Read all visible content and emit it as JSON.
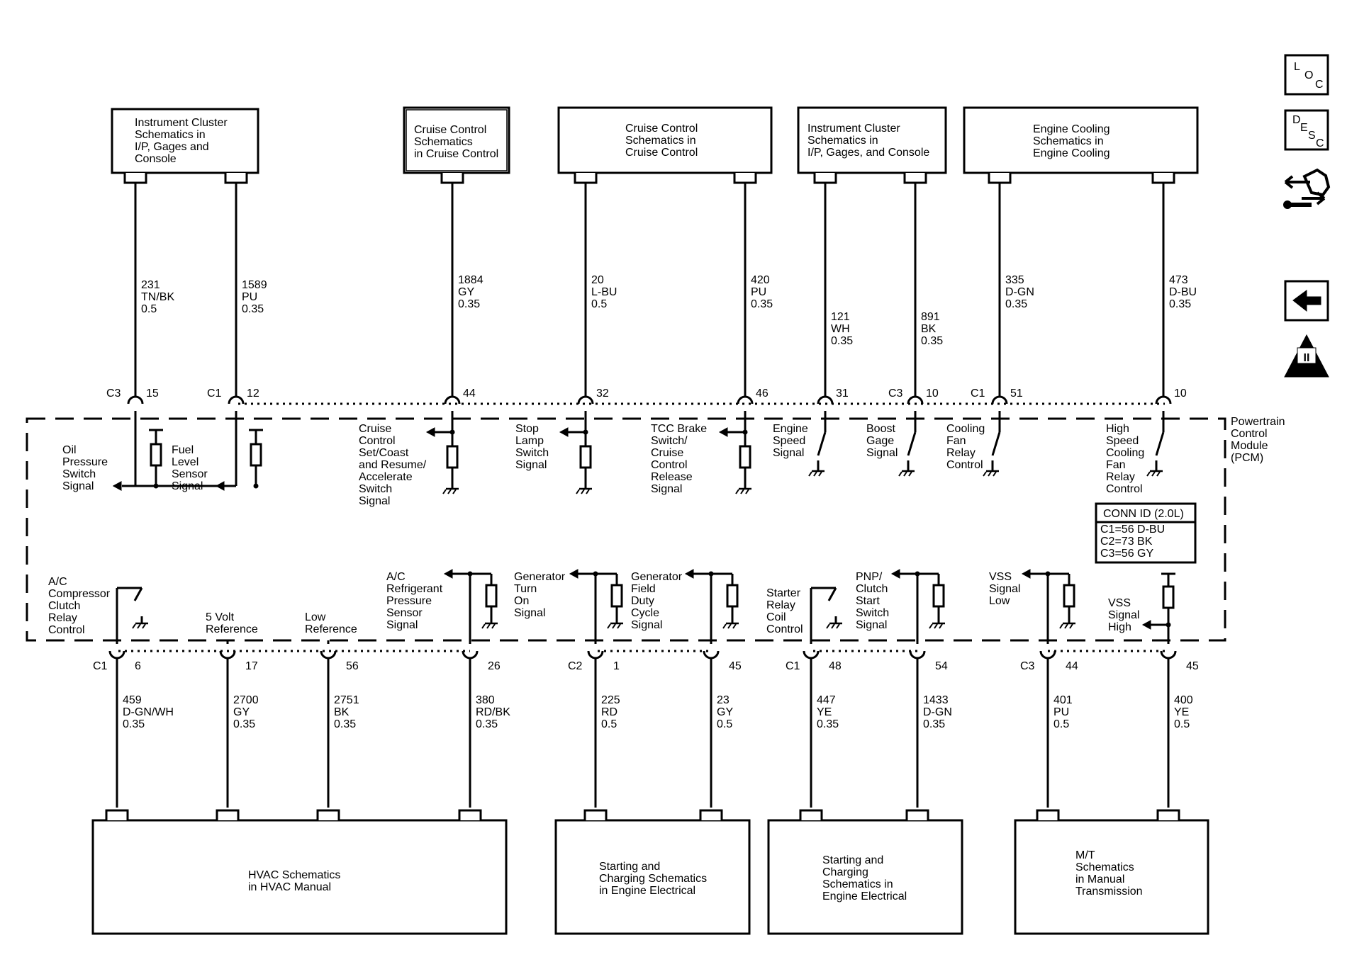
{
  "nav_icons": {
    "loc": [
      "L",
      "O",
      "C"
    ],
    "desc": [
      "D",
      "E",
      "S",
      "C"
    ],
    "obd": [
      "II",
      "OBD II"
    ]
  },
  "module": {
    "name": [
      "Powertrain",
      "Control",
      "Module",
      "(PCM)"
    ],
    "conn_id": {
      "title": "CONN ID (2.0L)",
      "lines": [
        "C1=56 D-BU",
        "C2=73 BK",
        "C3=56 GY"
      ]
    }
  },
  "top_components": [
    {
      "id": "ic1",
      "lines": [
        "Instrument Cluster",
        "Schematics in",
        "I/P, Gages and",
        "Console"
      ]
    },
    {
      "id": "cc1",
      "lines": [
        "Cruise Control",
        "Schematics",
        "in Cruise Control"
      ]
    },
    {
      "id": "cc2",
      "lines": [
        "Cruise Control",
        "Schematics in",
        "Cruise Control"
      ]
    },
    {
      "id": "ic2",
      "lines": [
        "Instrument Cluster",
        "Schematics in",
        "I/P, Gages, and Console"
      ]
    },
    {
      "id": "ec",
      "lines": [
        "Engine Cooling",
        "Schematics in",
        "Engine Cooling"
      ]
    }
  ],
  "bottom_components": [
    {
      "id": "hvac",
      "lines": [
        "HVAC Schematics",
        "in HVAC Manual"
      ]
    },
    {
      "id": "start1",
      "lines": [
        "Starting and",
        "Charging Schematics",
        "in Engine Electrical"
      ]
    },
    {
      "id": "start2",
      "lines": [
        "Starting and",
        "Charging",
        "Schematics in",
        "Engine Electrical"
      ]
    },
    {
      "id": "mt",
      "lines": [
        "M/T",
        "Schematics",
        "in Manual",
        "Transmission"
      ]
    }
  ],
  "top_wires": [
    {
      "circuit": "231",
      "color": "TN/BK",
      "size": "0.5",
      "connector": "C3",
      "pin": "15",
      "label": [
        "Oil",
        "Pressure",
        "Switch",
        "Signal"
      ]
    },
    {
      "circuit": "1589",
      "color": "PU",
      "size": "0.35",
      "connector": "C1",
      "pin": "12",
      "label": [
        "Fuel",
        "Level",
        "Sensor",
        "Signal"
      ]
    },
    {
      "circuit": "1884",
      "color": "GY",
      "size": "0.35",
      "connector": "",
      "pin": "44",
      "label": [
        "Cruise",
        "Control",
        "Set/Coast",
        "and Resume/",
        "Accelerate",
        "Switch",
        "Signal"
      ]
    },
    {
      "circuit": "20",
      "color": "L-BU",
      "size": "0.5",
      "connector": "",
      "pin": "32",
      "label": [
        "Stop",
        "Lamp",
        "Switch",
        "Signal"
      ]
    },
    {
      "circuit": "420",
      "color": "PU",
      "size": "0.35",
      "connector": "",
      "pin": "46",
      "label": [
        "TCC Brake",
        "Switch/",
        "Cruise",
        "Control",
        "Release",
        "Signal"
      ]
    },
    {
      "circuit": "121",
      "color": "WH",
      "size": "0.35",
      "connector": "",
      "pin": "31",
      "label": [
        "Engine",
        "Speed",
        "Signal"
      ]
    },
    {
      "circuit": "891",
      "color": "BK",
      "size": "0.35",
      "connector": "C3",
      "pin": "10",
      "label": [
        "Boost",
        "Gage",
        "Signal"
      ]
    },
    {
      "circuit": "335",
      "color": "D-GN",
      "size": "0.35",
      "connector": "C1",
      "pin": "51",
      "label": [
        "Cooling",
        "Fan",
        "Relay",
        "Control"
      ]
    },
    {
      "circuit": "473",
      "color": "D-BU",
      "size": "0.35",
      "connector": "",
      "pin": "10",
      "label": [
        "High",
        "Speed",
        "Cooling",
        "Fan",
        "Relay",
        "Control"
      ]
    }
  ],
  "bottom_wires": [
    {
      "circuit": "459",
      "color": "D-GN/WH",
      "size": "0.35",
      "connector": "C1",
      "pin": "6",
      "label": [
        "A/C",
        "Compressor",
        "Clutch",
        "Relay",
        "Control"
      ]
    },
    {
      "circuit": "2700",
      "color": "GY",
      "size": "0.35",
      "connector": "",
      "pin": "17",
      "label": [
        "5 Volt",
        "Reference"
      ]
    },
    {
      "circuit": "2751",
      "color": "BK",
      "size": "0.35",
      "connector": "",
      "pin": "56",
      "label": [
        "Low",
        "Reference"
      ]
    },
    {
      "circuit": "380",
      "color": "RD/BK",
      "size": "0.35",
      "connector": "",
      "pin": "26",
      "label": [
        "A/C",
        "Refrigerant",
        "Pressure",
        "Sensor",
        "Signal"
      ]
    },
    {
      "circuit": "225",
      "color": "RD",
      "size": "0.5",
      "connector": "C2",
      "pin": "1",
      "label": [
        "Generator",
        "Turn",
        "On",
        "Signal"
      ]
    },
    {
      "circuit": "23",
      "color": "GY",
      "size": "0.5",
      "connector": "",
      "pin": "45",
      "label": [
        "Generator",
        "Field",
        "Duty",
        "Cycle",
        "Signal"
      ]
    },
    {
      "circuit": "447",
      "color": "YE",
      "size": "0.35",
      "connector": "C1",
      "pin": "48",
      "label": [
        "Starter",
        "Relay",
        "Coil",
        "Control"
      ]
    },
    {
      "circuit": "1433",
      "color": "D-GN",
      "size": "0.35",
      "connector": "",
      "pin": "54",
      "label": [
        "PNP/",
        "Clutch",
        "Start",
        "Switch",
        "Signal"
      ]
    },
    {
      "circuit": "401",
      "color": "PU",
      "size": "0.5",
      "connector": "C3",
      "pin": "44",
      "label": [
        "VSS",
        "Signal",
        "Low"
      ]
    },
    {
      "circuit": "400",
      "color": "YE",
      "size": "0.5",
      "connector": "",
      "pin": "45",
      "label": [
        "VSS",
        "Signal",
        "High"
      ]
    }
  ]
}
